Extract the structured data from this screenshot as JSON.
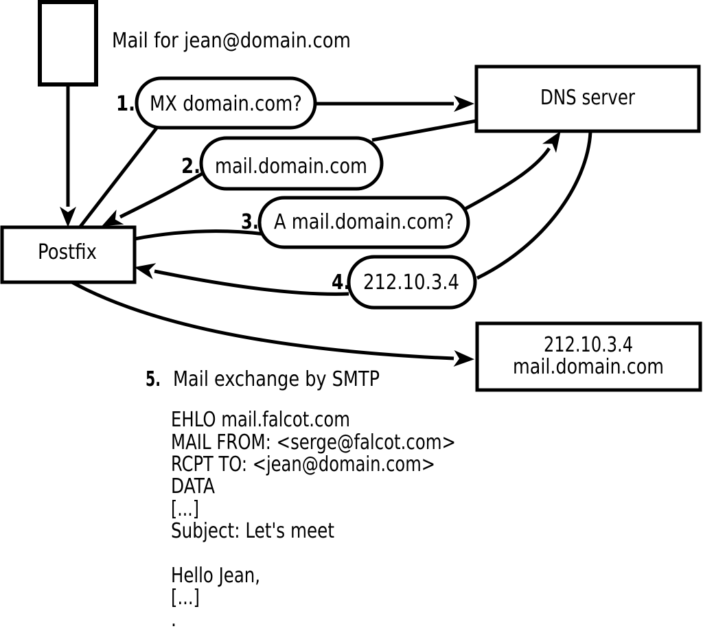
{
  "page": {
    "background": "#ffffff",
    "ink": "#000000"
  },
  "title": {
    "text": "Mail for jean@domain.com"
  },
  "nodes": {
    "postfix": {
      "label": "Postfix"
    },
    "dns_server": {
      "label": "DNS server"
    },
    "mail_server": {
      "line1": "212.10.3.4",
      "line2": "mail.domain.com"
    }
  },
  "steps": [
    {
      "number": "1.",
      "text": "MX domain.com?"
    },
    {
      "number": "2.",
      "text": "mail.domain.com"
    },
    {
      "number": "3.",
      "text": "A mail.domain.com?"
    },
    {
      "number": "4.",
      "text": "212.10.3.4"
    },
    {
      "number": "5.",
      "text": "Mail exchange by SMTP"
    }
  ],
  "smtp_session": {
    "lines": [
      "EHLO mail.falcot.com",
      "MAIL FROM: <serge@falcot.com>",
      "RCPT TO: <jean@domain.com>",
      "DATA",
      "[...]",
      "Subject: Let's meet",
      "",
      "Hello Jean,",
      "[...]",
      "."
    ]
  }
}
